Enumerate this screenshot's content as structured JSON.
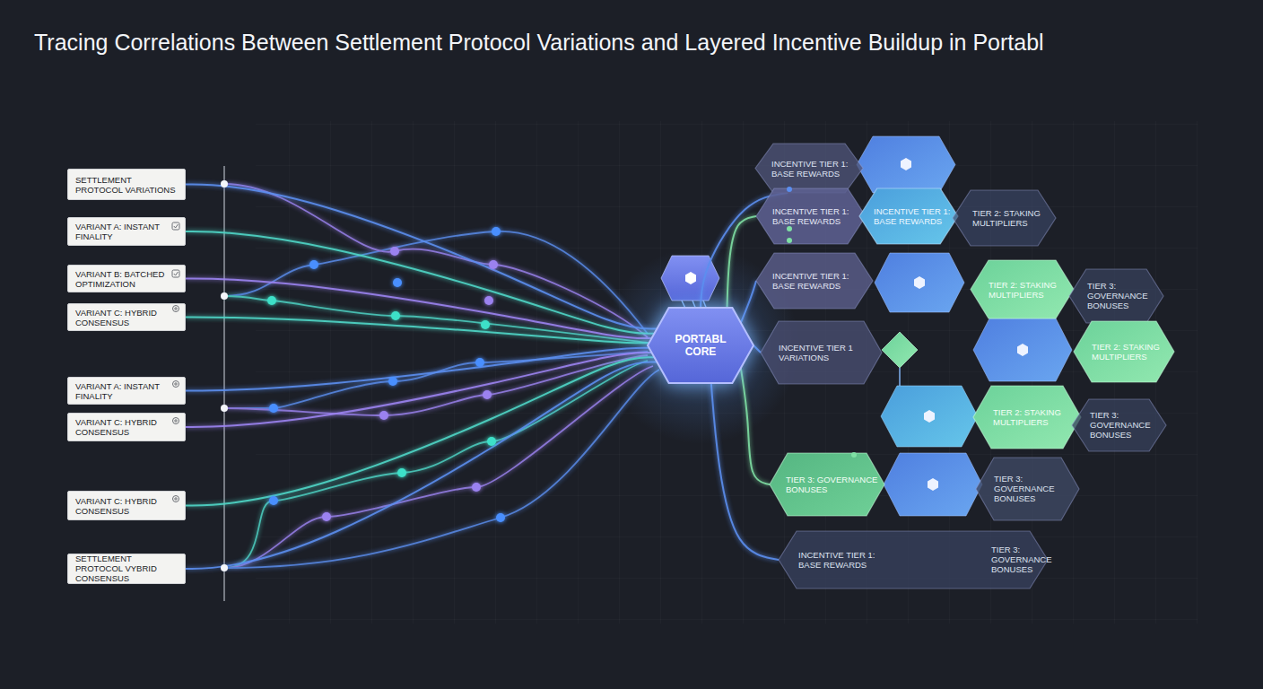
{
  "diagram": {
    "title": "Tracing Correlations Between Settlement Protocol Variations and Layered Incentive Buildup in Portabl",
    "nodes": [
      {
        "text": [
          "SETTLEMENT PROTOCOL VARIATIONS"
        ]
      },
      {
        "text": [
          "VARIANT A: INSTANT FINALITY"
        ]
      },
      {
        "text": [
          "VARIANT B: BATCHED OPTIMIZATION"
        ]
      },
      {
        "text": [
          "VARIANT C: HYBRID CONSENSUS"
        ]
      },
      {
        "text": [
          "VARIANT A: INSTANT FINALITY"
        ]
      },
      {
        "text": [
          "VARIANT C: HYBRID CONSENSUS"
        ]
      },
      {
        "text": [
          "VARIANT C: HYBRID CONSENSUS"
        ]
      },
      {
        "text": [
          "SETTLEMENT PROTOCOL VYBRID CONSENSUS"
        ]
      },
      {
        "text": [
          "PORTABL CORE"
        ]
      },
      {
        "text": [
          "INCENTIVE TIER 1: BASE REWARDS"
        ]
      },
      {
        "text": [
          "INCENTIVE TIER 1: BASE REWARDS"
        ]
      },
      {
        "text": [
          "INCENTIVE TIER 1: BASE REWARDS"
        ]
      },
      {
        "text": [
          "TIER 2: STAKING MULTIPLIERS"
        ]
      },
      {
        "text": [
          "INCENTIVE TIER 1: BASE REWARDS"
        ]
      },
      {
        "text": [
          "TIER 2: STAKING MULTIPLIERS"
        ]
      },
      {
        "text": [
          "TIER 3: GOVERNANCE BONUSES"
        ]
      },
      {
        "text": [
          "INCENTIVE TIER 1 VARIATIONS"
        ]
      },
      {
        "text": [
          "TIER 2: STAKING MULTIPLIERS"
        ]
      },
      {
        "text": [
          "TIER 2: STAKING MULTIPLIERS"
        ]
      },
      {
        "text": [
          "TIER 3: GOVERNANCE BONUSES"
        ]
      },
      {
        "text": [
          "TIER 3: GOVERNANCE BONUSES"
        ]
      },
      {
        "text": [
          "TIER 3: GOVERNANCE BONUSES"
        ]
      },
      {
        "text": [
          "INCENTIVE TIER 1: BASE REWARDS",
          "TIER 3: GOVERNANCE BONUSES"
        ]
      }
    ],
    "edges": [
      {
        "from": 0,
        "to": 8,
        "arrow": "none"
      },
      {
        "from": 1,
        "to": 8,
        "arrow": "none"
      },
      {
        "from": 2,
        "to": 8,
        "arrow": "none"
      },
      {
        "from": 3,
        "to": 8,
        "arrow": "none"
      },
      {
        "from": 4,
        "to": 8,
        "arrow": "none"
      },
      {
        "from": 5,
        "to": 8,
        "arrow": "none"
      },
      {
        "from": 6,
        "to": 8,
        "arrow": "none"
      },
      {
        "from": 7,
        "to": 8,
        "arrow": "none"
      },
      {
        "from": 8,
        "to": 9,
        "arrow": "none"
      },
      {
        "from": 8,
        "to": 10,
        "arrow": "none"
      },
      {
        "from": 8,
        "to": 13,
        "arrow": "none"
      },
      {
        "from": 8,
        "to": 16,
        "arrow": "none"
      },
      {
        "from": 8,
        "to": 20,
        "arrow": "none"
      },
      {
        "from": 8,
        "to": 22,
        "arrow": "none"
      }
    ]
  }
}
